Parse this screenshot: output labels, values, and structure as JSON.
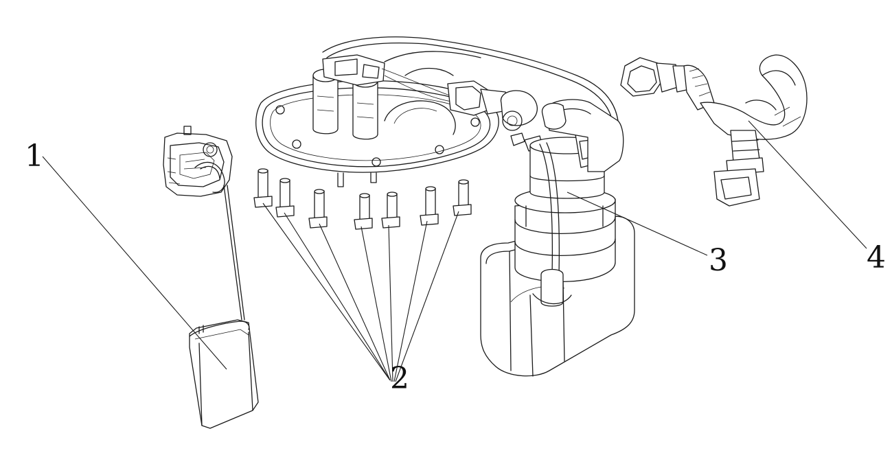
{
  "figure": {
    "callouts": [
      {
        "id": "1",
        "label": "1"
      },
      {
        "id": "2",
        "label": "2"
      },
      {
        "id": "3",
        "label": "3"
      },
      {
        "id": "4",
        "label": "4"
      }
    ],
    "line_color": "#1a1a1a",
    "background": "#ffffff"
  }
}
